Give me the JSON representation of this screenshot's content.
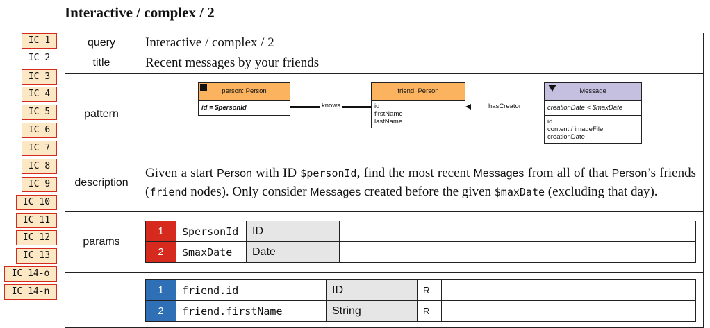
{
  "page_title": "Interactive / complex / 2",
  "nav": {
    "items": [
      {
        "label": "IC 1",
        "boxed": true
      },
      {
        "label": "IC 2",
        "boxed": false
      },
      {
        "label": "IC 3",
        "boxed": true
      },
      {
        "label": "IC 4",
        "boxed": true
      },
      {
        "label": "IC 5",
        "boxed": true
      },
      {
        "label": "IC 6",
        "boxed": true
      },
      {
        "label": "IC 7",
        "boxed": true
      },
      {
        "label": "IC 8",
        "boxed": true
      },
      {
        "label": "IC 9",
        "boxed": true
      },
      {
        "label": "IC 10",
        "boxed": true
      },
      {
        "label": "IC 11",
        "boxed": true
      },
      {
        "label": "IC 12",
        "boxed": true
      },
      {
        "label": "IC 13",
        "boxed": true
      },
      {
        "label": "IC 14-o",
        "boxed": true
      },
      {
        "label": "IC 14-n",
        "boxed": true
      }
    ]
  },
  "spec": {
    "query_key": "query",
    "query_value": "Interactive / complex / 2",
    "title_key": "title",
    "title_value": "Recent messages by your friends",
    "pattern_key": "pattern",
    "description_key": "description",
    "params_key": "params"
  },
  "diagram": {
    "person": {
      "header": "person: Person",
      "condition": "id = $personId",
      "color": "#fbb360"
    },
    "friend": {
      "header": "friend: Person",
      "attrs": [
        "id",
        "firstName",
        "lastName"
      ],
      "color": "#fbb360"
    },
    "message": {
      "header": "Message",
      "condition": "creationDate < $maxDate",
      "attrs": [
        "id",
        "content / imageFile",
        "creationDate"
      ],
      "color": "#c5c0e0"
    },
    "edge_knows": "knows",
    "edge_has_creator": "hasCreator"
  },
  "description": {
    "p1": "Given a start ",
    "t1": "Person",
    "p2": " with ID ",
    "c1": "$personId",
    "p3": ", find the most recent ",
    "t2": "Messages",
    "p4": " from all of that ",
    "t3": "Person",
    "p5": "’s friends (",
    "c2": "friend",
    "p6": " nodes). Only consider ",
    "t4": "Messages",
    "p7": " created before the given ",
    "c3": "$maxDate",
    "p8": " (excluding that day)."
  },
  "params": [
    {
      "num": "1",
      "name": "$personId",
      "type": "ID"
    },
    {
      "num": "2",
      "name": "$maxDate",
      "type": "Date"
    }
  ],
  "results": [
    {
      "num": "1",
      "name": "friend.id",
      "type": "ID",
      "flag": "R"
    },
    {
      "num": "2",
      "name": "friend.firstName",
      "type": "String",
      "flag": "R"
    }
  ]
}
